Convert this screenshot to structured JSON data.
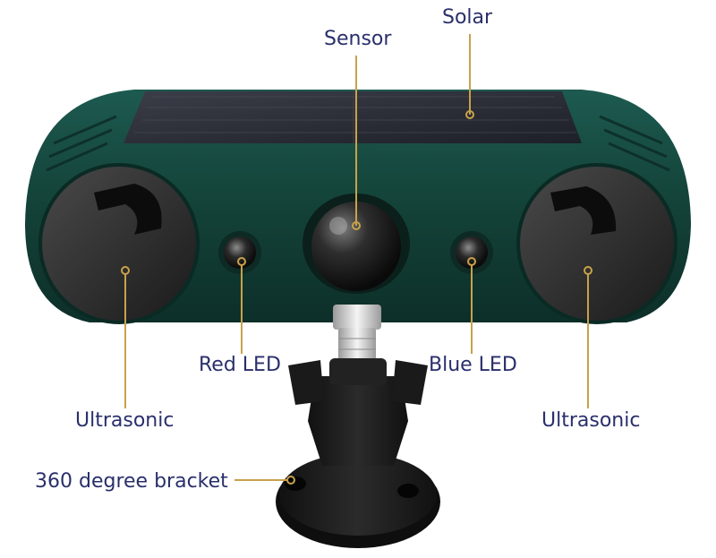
{
  "labels": {
    "sensor": "Sensor",
    "solar": "Solar",
    "red_led": "Red LED",
    "blue_led": "Blue LED",
    "ultrasonic_left": "Ultrasonic",
    "ultrasonic_right": "Ultrasonic",
    "bracket": "360 degree bracket"
  },
  "colors": {
    "label_text": "#2a2f6b",
    "leader_line": "#c8a24a",
    "housing": "#12403a",
    "solar_panel": "#2a2c35",
    "bracket": "#1c1c1c"
  }
}
